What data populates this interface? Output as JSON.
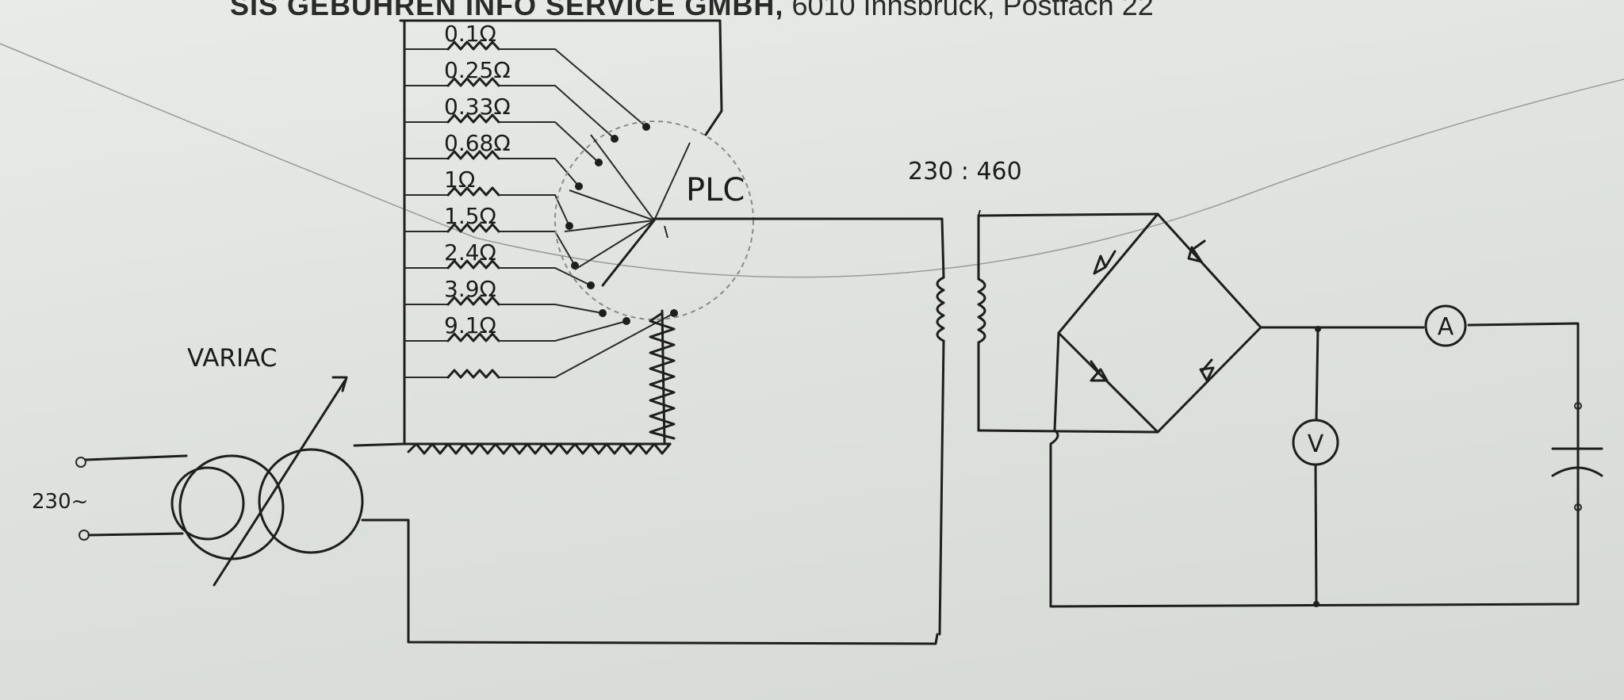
{
  "header": {
    "company_bold": "SIS GEBÜHREN INFO SERVICE GMBH,",
    "address": "6010 Innsbruck, Postfach 22"
  },
  "labels": {
    "variac": "VARIAC",
    "input_voltage": "230~",
    "plc": "PLC",
    "transformer_ratio": "230 : 460",
    "ammeter": "A",
    "voltmeter": "V"
  },
  "resistors": [
    "0.1Ω",
    "0.25Ω",
    "0.33Ω",
    "0.68Ω",
    "1Ω",
    "1.5Ω",
    "2.4Ω",
    "3.9Ω",
    "9.1Ω",
    ""
  ],
  "colors": {
    "ink": "#1e1e1e",
    "paper": "#e4e6e3"
  }
}
